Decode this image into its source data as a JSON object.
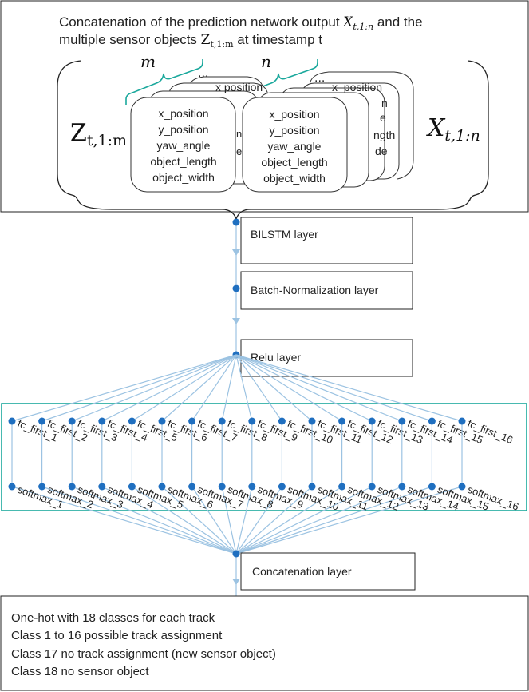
{
  "input_box": {
    "caption_line1_pre": "Concatenation of the prediction network output ",
    "caption_line1_sym": "X",
    "caption_line1_sub": "t,1:n",
    "caption_line1_post": " and the",
    "caption_line2_pre": "multiple sensor objects ",
    "caption_line2_sym": "Z",
    "caption_line2_sub": "t,1:m",
    "caption_line2_post": " at timestamp t",
    "z_symbol": "Z",
    "z_sub": "t,1:m",
    "x_symbol": "X",
    "x_sub": "t,1:n",
    "m_label": "m",
    "n_label": "n",
    "ellipsis": "...",
    "fields": [
      "x_position",
      "y_position",
      "yaw_angle",
      "object_length",
      "object_width"
    ],
    "peek_texts": {
      "m_top": "x position",
      "m_mid1": "n",
      "m_mid2": "e",
      "n_top": "x_position",
      "n_r1": "n",
      "n_r2": "e",
      "n_r3": "ngth",
      "n_r4": "de"
    }
  },
  "layers": {
    "bilstm": "BILSTM layer",
    "batchnorm": "Batch-Normalization layer",
    "relu": "Relu layer",
    "concat": "Concatenation layer"
  },
  "fc_labels": [
    "fc_first_1",
    "fc_first_2",
    "fc_first_3",
    "fc_first_4",
    "fc_first_5",
    "fc_first_6",
    "fc_first_7",
    "fc_first_8",
    "fc_first_9",
    "fc_first_10",
    "fc_first_11",
    "fc_first_12",
    "fc_first_13",
    "fc_first_14",
    "fc_first_15",
    "fc_first_16"
  ],
  "softmax_labels": [
    "softmax_1",
    "softmax_2",
    "softmax_3",
    "softmax_4",
    "softmax_5",
    "softmax_6",
    "softmax_7",
    "softmax_8",
    "softmax_9",
    "softmax_10",
    "softmax_11",
    "softmax_12",
    "softmax_13",
    "softmax_14",
    "softmax_15",
    "softmax_16"
  ],
  "output_box": {
    "lines": [
      "One-hot with 18 classes for each track",
      "Class  1 to 16 possible track assignment",
      "Class  17 no track assignment (new sensor object)",
      "Class  18 no sensor object"
    ]
  },
  "colors": {
    "edge": "#9cc3e2",
    "node": "#1f6fc0",
    "teal": "#1aa89c"
  }
}
